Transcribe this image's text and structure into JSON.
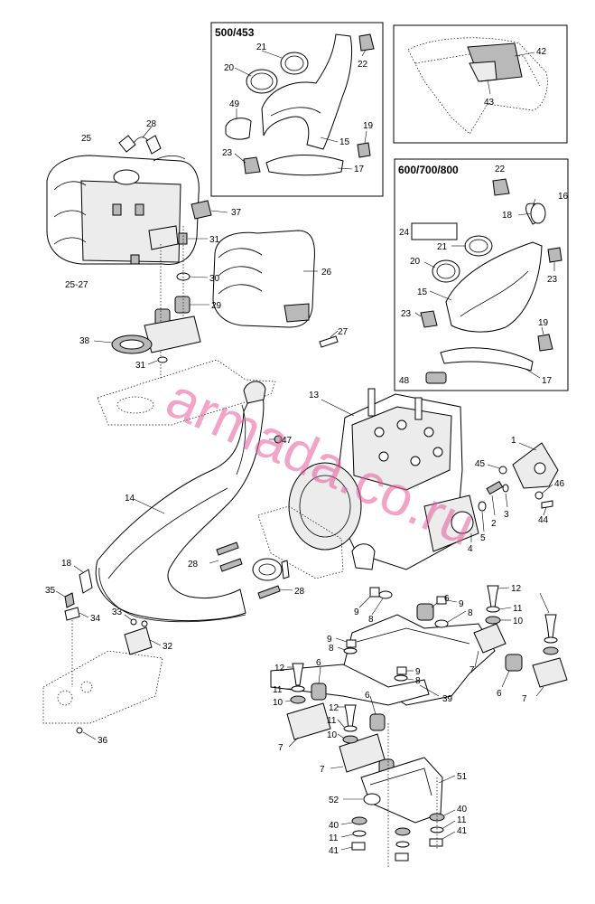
{
  "insets": {
    "inset_500": {
      "title": "500/453"
    },
    "inset_600": {
      "title": "600/700/800"
    }
  },
  "watermark": {
    "text": "armada.co.ru",
    "color": "#e85a9a"
  },
  "callouts": [
    {
      "id": "c1",
      "text": "1"
    },
    {
      "id": "c2",
      "text": "2"
    },
    {
      "id": "c3",
      "text": "3"
    },
    {
      "id": "c4",
      "text": "4"
    },
    {
      "id": "c5",
      "text": "5"
    },
    {
      "id": "c6a",
      "text": "6"
    },
    {
      "id": "c6b",
      "text": "6"
    },
    {
      "id": "c6c",
      "text": "6"
    },
    {
      "id": "c6d",
      "text": "6"
    },
    {
      "id": "c6e",
      "text": "6"
    },
    {
      "id": "c7a",
      "text": "7"
    },
    {
      "id": "c7b",
      "text": "7"
    },
    {
      "id": "c7c",
      "text": "7"
    },
    {
      "id": "c7d",
      "text": "7"
    },
    {
      "id": "c8a",
      "text": "8"
    },
    {
      "id": "c8b",
      "text": "8"
    },
    {
      "id": "c8c",
      "text": "8"
    },
    {
      "id": "c8d",
      "text": "8"
    },
    {
      "id": "c9a",
      "text": "9"
    },
    {
      "id": "c9b",
      "text": "9"
    },
    {
      "id": "c9c",
      "text": "9"
    },
    {
      "id": "c9d",
      "text": "9"
    },
    {
      "id": "c10a",
      "text": "10"
    },
    {
      "id": "c10b",
      "text": "10"
    },
    {
      "id": "c10c",
      "text": "10"
    },
    {
      "id": "c11a",
      "text": "11"
    },
    {
      "id": "c11b",
      "text": "11"
    },
    {
      "id": "c11c",
      "text": "11"
    },
    {
      "id": "c11d",
      "text": "11"
    },
    {
      "id": "c11e",
      "text": "11"
    },
    {
      "id": "c12a",
      "text": "12"
    },
    {
      "id": "c12b",
      "text": "12"
    },
    {
      "id": "c12c",
      "text": "12"
    },
    {
      "id": "c13",
      "text": "13"
    },
    {
      "id": "c14",
      "text": "14"
    },
    {
      "id": "c15a",
      "text": "15"
    },
    {
      "id": "c15b",
      "text": "15"
    },
    {
      "id": "c16",
      "text": "16"
    },
    {
      "id": "c17a",
      "text": "17"
    },
    {
      "id": "c17b",
      "text": "17"
    },
    {
      "id": "c18a",
      "text": "18"
    },
    {
      "id": "c18b",
      "text": "18"
    },
    {
      "id": "c19a",
      "text": "19"
    },
    {
      "id": "c19b",
      "text": "19"
    },
    {
      "id": "c20a",
      "text": "20"
    },
    {
      "id": "c20b",
      "text": "20"
    },
    {
      "id": "c21a",
      "text": "21"
    },
    {
      "id": "c21b",
      "text": "21"
    },
    {
      "id": "c22a",
      "text": "22"
    },
    {
      "id": "c22b",
      "text": "22"
    },
    {
      "id": "c23a",
      "text": "23"
    },
    {
      "id": "c23b",
      "text": "23"
    },
    {
      "id": "c23c",
      "text": "23"
    },
    {
      "id": "c24",
      "text": "24"
    },
    {
      "id": "c25",
      "text": "25"
    },
    {
      "id": "c2527",
      "text": "25-27"
    },
    {
      "id": "c26",
      "text": "26"
    },
    {
      "id": "c27",
      "text": "27"
    },
    {
      "id": "c28a",
      "text": "28"
    },
    {
      "id": "c28b",
      "text": "28"
    },
    {
      "id": "c28c",
      "text": "28"
    },
    {
      "id": "c29",
      "text": "29"
    },
    {
      "id": "c30",
      "text": "30"
    },
    {
      "id": "c31a",
      "text": "31"
    },
    {
      "id": "c31b",
      "text": "31"
    },
    {
      "id": "c32",
      "text": "32"
    },
    {
      "id": "c33",
      "text": "33"
    },
    {
      "id": "c34",
      "text": "34"
    },
    {
      "id": "c35",
      "text": "35"
    },
    {
      "id": "c36",
      "text": "36"
    },
    {
      "id": "c37",
      "text": "37"
    },
    {
      "id": "c38",
      "text": "38"
    },
    {
      "id": "c39",
      "text": "39"
    },
    {
      "id": "c40a",
      "text": "40"
    },
    {
      "id": "c40b",
      "text": "40"
    },
    {
      "id": "c41a",
      "text": "41"
    },
    {
      "id": "c41b",
      "text": "41"
    },
    {
      "id": "c42",
      "text": "42"
    },
    {
      "id": "c43",
      "text": "43"
    },
    {
      "id": "c44",
      "text": "44"
    },
    {
      "id": "c45",
      "text": "45"
    },
    {
      "id": "c46",
      "text": "46"
    },
    {
      "id": "c47",
      "text": "47"
    },
    {
      "id": "c48",
      "text": "48"
    },
    {
      "id": "c49",
      "text": "49"
    },
    {
      "id": "c51",
      "text": "51"
    },
    {
      "id": "c52",
      "text": "52"
    }
  ]
}
